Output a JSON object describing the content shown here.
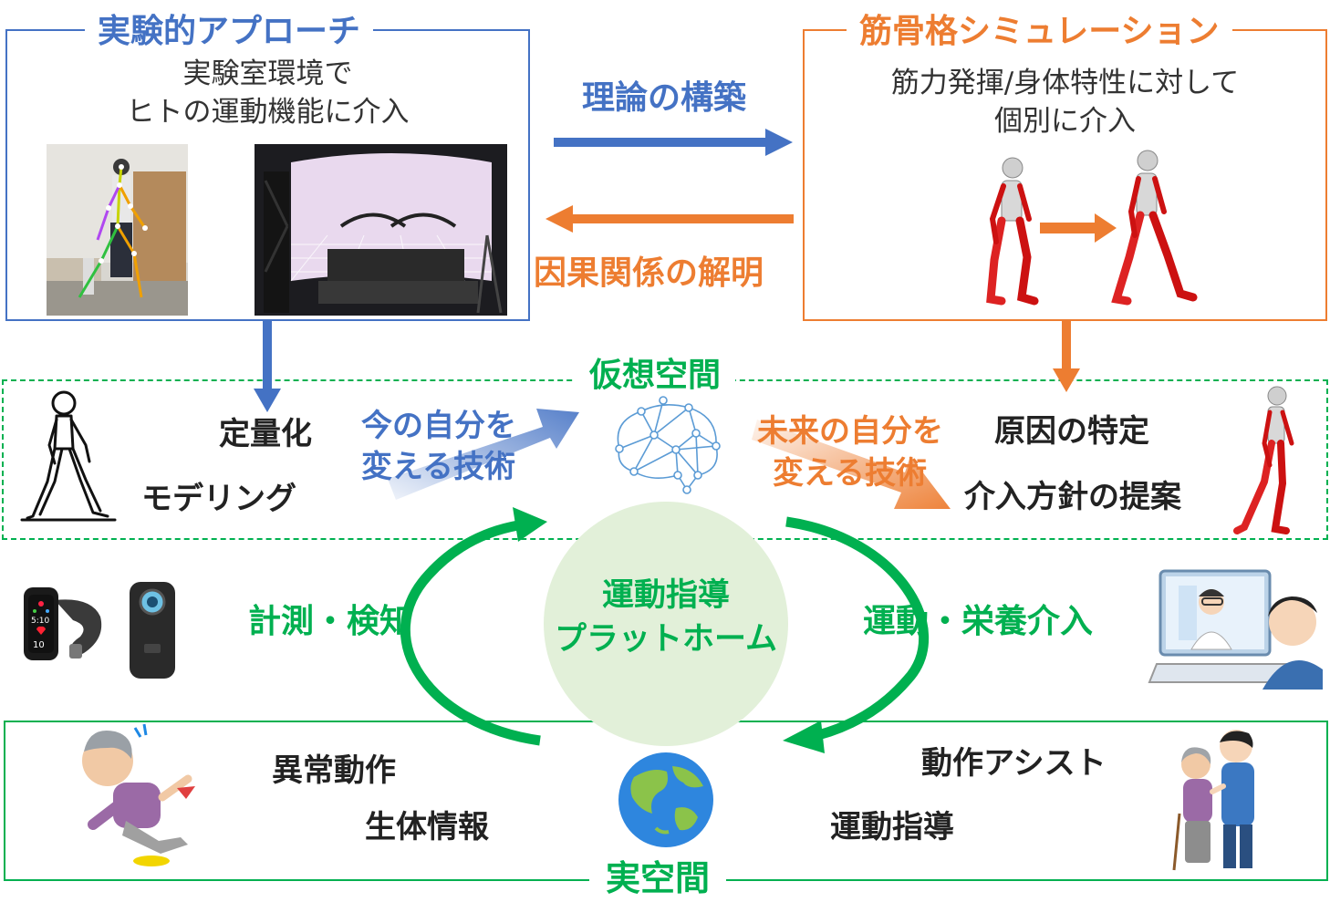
{
  "colors": {
    "blue": "#4472C4",
    "orange": "#ED7D31",
    "green": "#00B050",
    "dark": "#222222",
    "gray": "#333333",
    "platform_fill": "#E2F0D9"
  },
  "experimental": {
    "title": "実験的アプローチ",
    "line1": "実験室環境で",
    "line2": "ヒトの運動機能に介入"
  },
  "simulation": {
    "title": "筋骨格シミュレーション",
    "line1": "筋力発揮/身体特性に対して",
    "line2": "個別に介入"
  },
  "arrows": {
    "theory": "理論の構築",
    "causality": "因果関係の解明"
  },
  "virtual_space": {
    "title": "仮想空間",
    "quantify": "定量化",
    "modeling": "モデリング",
    "present_self_1": "今の自分を",
    "present_self_2": "変える技術",
    "future_self_1": "未来の自分を",
    "future_self_2": "変える技術",
    "cause": "原因の特定",
    "proposal": "介入方針の提案"
  },
  "platform": {
    "line1": "運動指導",
    "line2": "プラットホーム",
    "measure": "計測・検知",
    "intervention": "運動・栄養介入"
  },
  "real_space": {
    "title": "実空間",
    "abnormal": "異常動作",
    "bioinfo": "生体情報",
    "assist": "動作アシスト",
    "guidance": "運動指導"
  },
  "watch": {
    "time1": "5:10",
    "time2": "10"
  },
  "icons": [
    "brain-network-icon",
    "globe-icon",
    "smartwatch-icon",
    "action-camera-icon",
    "stick-figure-icon",
    "skeleton-icon",
    "doctor-video-call-icon",
    "falling-elder-icon",
    "caregiver-elder-icon"
  ]
}
